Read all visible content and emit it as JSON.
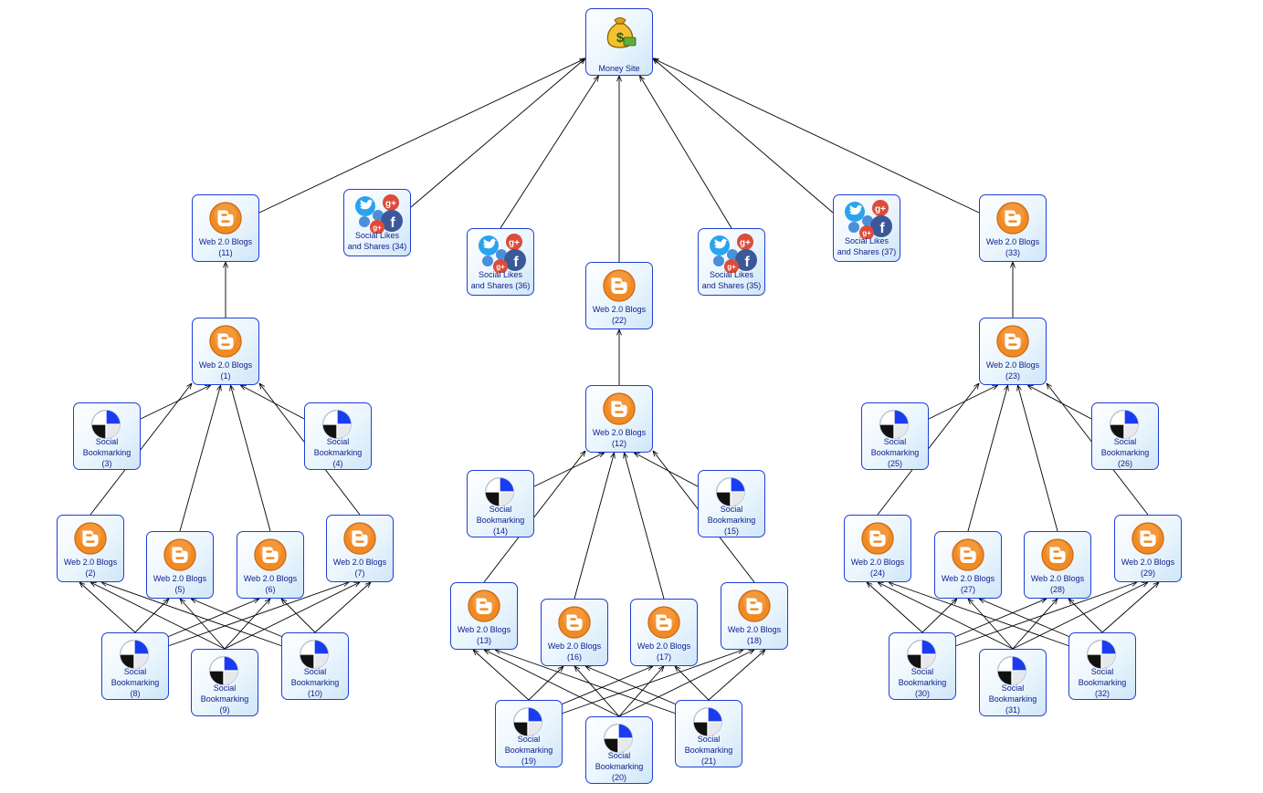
{
  "labels": {
    "money": "Money Site",
    "blog": "Web 2.0 Blogs",
    "bookmark_l1": "Social",
    "bookmark_l2": "Bookmarking",
    "social_l1": "Social Likes",
    "social_l2": "and Shares"
  },
  "colors": {
    "node_border": "#1f3fd6",
    "label": "#0b1e8c",
    "edge": "#000000",
    "blogger_orange": "#f08a24",
    "bookmark_blue": "#1a3cf0",
    "twitter": "#2aa3ef",
    "gplus": "#dd4b39",
    "facebook": "#3b5998"
  },
  "nodes": [
    {
      "id": "money",
      "type": "money"
    },
    {
      "id": "11",
      "type": "blog"
    },
    {
      "id": "34",
      "type": "social"
    },
    {
      "id": "36",
      "type": "social"
    },
    {
      "id": "22",
      "type": "blog"
    },
    {
      "id": "35",
      "type": "social"
    },
    {
      "id": "37",
      "type": "social"
    },
    {
      "id": "33",
      "type": "blog"
    },
    {
      "id": "1",
      "type": "blog"
    },
    {
      "id": "3",
      "type": "bookmark"
    },
    {
      "id": "4",
      "type": "bookmark"
    },
    {
      "id": "2",
      "type": "blog"
    },
    {
      "id": "5",
      "type": "blog"
    },
    {
      "id": "6",
      "type": "blog"
    },
    {
      "id": "7",
      "type": "blog"
    },
    {
      "id": "8",
      "type": "bookmark"
    },
    {
      "id": "9",
      "type": "bookmark"
    },
    {
      "id": "10",
      "type": "bookmark"
    },
    {
      "id": "12",
      "type": "blog"
    },
    {
      "id": "14",
      "type": "bookmark"
    },
    {
      "id": "15",
      "type": "bookmark"
    },
    {
      "id": "13",
      "type": "blog"
    },
    {
      "id": "16",
      "type": "blog"
    },
    {
      "id": "17",
      "type": "blog"
    },
    {
      "id": "18",
      "type": "blog"
    },
    {
      "id": "19",
      "type": "bookmark"
    },
    {
      "id": "20",
      "type": "bookmark"
    },
    {
      "id": "21",
      "type": "bookmark"
    },
    {
      "id": "23",
      "type": "blog"
    },
    {
      "id": "25",
      "type": "bookmark"
    },
    {
      "id": "26",
      "type": "bookmark"
    },
    {
      "id": "24",
      "type": "blog"
    },
    {
      "id": "27",
      "type": "blog"
    },
    {
      "id": "28",
      "type": "blog"
    },
    {
      "id": "29",
      "type": "blog"
    },
    {
      "id": "30",
      "type": "bookmark"
    },
    {
      "id": "31",
      "type": "bookmark"
    },
    {
      "id": "32",
      "type": "bookmark"
    }
  ],
  "edges": [
    [
      "11",
      "money"
    ],
    [
      "34",
      "money"
    ],
    [
      "36",
      "money"
    ],
    [
      "22",
      "money"
    ],
    [
      "35",
      "money"
    ],
    [
      "37",
      "money"
    ],
    [
      "33",
      "money"
    ],
    [
      "1",
      "11"
    ],
    [
      "3",
      "1"
    ],
    [
      "4",
      "1"
    ],
    [
      "2",
      "1"
    ],
    [
      "5",
      "1"
    ],
    [
      "6",
      "1"
    ],
    [
      "7",
      "1"
    ],
    [
      "8",
      "2"
    ],
    [
      "8",
      "5"
    ],
    [
      "8",
      "6"
    ],
    [
      "8",
      "7"
    ],
    [
      "9",
      "2"
    ],
    [
      "9",
      "5"
    ],
    [
      "9",
      "6"
    ],
    [
      "9",
      "7"
    ],
    [
      "10",
      "2"
    ],
    [
      "10",
      "5"
    ],
    [
      "10",
      "6"
    ],
    [
      "10",
      "7"
    ],
    [
      "12",
      "22"
    ],
    [
      "14",
      "12"
    ],
    [
      "15",
      "12"
    ],
    [
      "13",
      "12"
    ],
    [
      "16",
      "12"
    ],
    [
      "17",
      "12"
    ],
    [
      "18",
      "12"
    ],
    [
      "19",
      "13"
    ],
    [
      "19",
      "16"
    ],
    [
      "19",
      "17"
    ],
    [
      "19",
      "18"
    ],
    [
      "20",
      "13"
    ],
    [
      "20",
      "16"
    ],
    [
      "20",
      "17"
    ],
    [
      "20",
      "18"
    ],
    [
      "21",
      "13"
    ],
    [
      "21",
      "16"
    ],
    [
      "21",
      "17"
    ],
    [
      "21",
      "18"
    ],
    [
      "23",
      "33"
    ],
    [
      "25",
      "23"
    ],
    [
      "26",
      "23"
    ],
    [
      "24",
      "23"
    ],
    [
      "27",
      "23"
    ],
    [
      "28",
      "23"
    ],
    [
      "29",
      "23"
    ],
    [
      "30",
      "24"
    ],
    [
      "30",
      "27"
    ],
    [
      "30",
      "28"
    ],
    [
      "30",
      "29"
    ],
    [
      "31",
      "24"
    ],
    [
      "31",
      "27"
    ],
    [
      "31",
      "28"
    ],
    [
      "31",
      "29"
    ],
    [
      "32",
      "24"
    ],
    [
      "32",
      "27"
    ],
    [
      "32",
      "28"
    ],
    [
      "32",
      "29"
    ]
  ]
}
